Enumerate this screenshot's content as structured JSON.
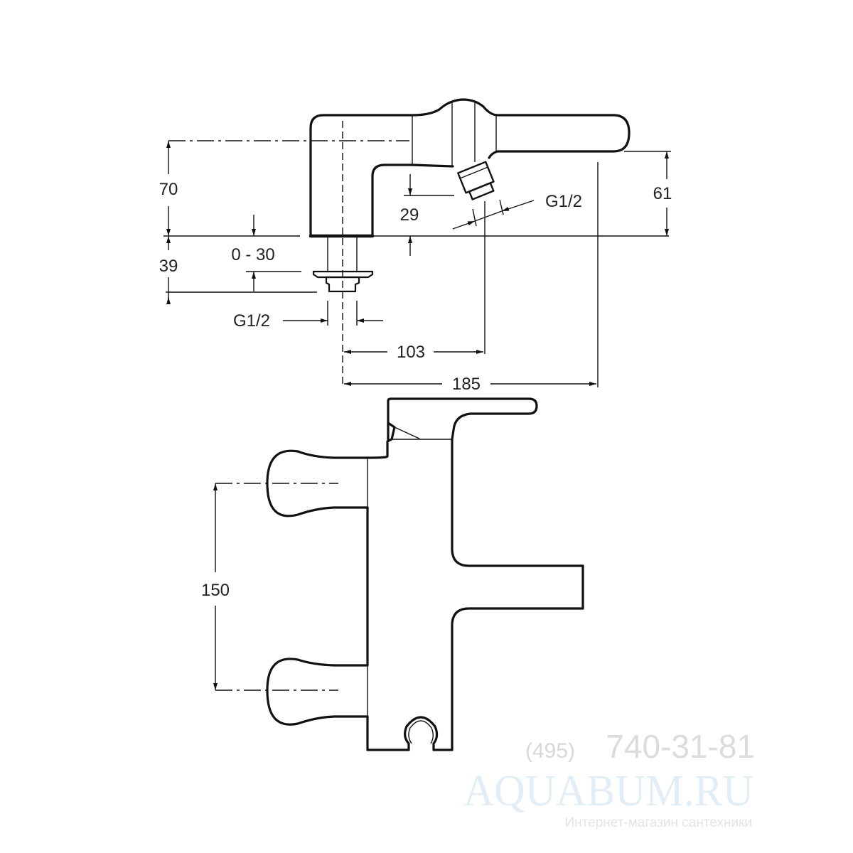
{
  "top_view": {
    "dims": {
      "height_70": "70",
      "height_39": "39",
      "range_0_30": "0 - 30",
      "height_29": "29",
      "height_61": "61",
      "thread_outlet": "G1/2",
      "thread_inlet": "G1/2",
      "length_103": "103",
      "length_185": "185"
    }
  },
  "front_view": {
    "dims": {
      "spacing_150": "150"
    }
  },
  "watermark": {
    "phone_code": "(495)",
    "phone_number": "740-31-81",
    "brand": "AQUABUM.RU",
    "tagline": "Интернет-магазин сантехники"
  }
}
